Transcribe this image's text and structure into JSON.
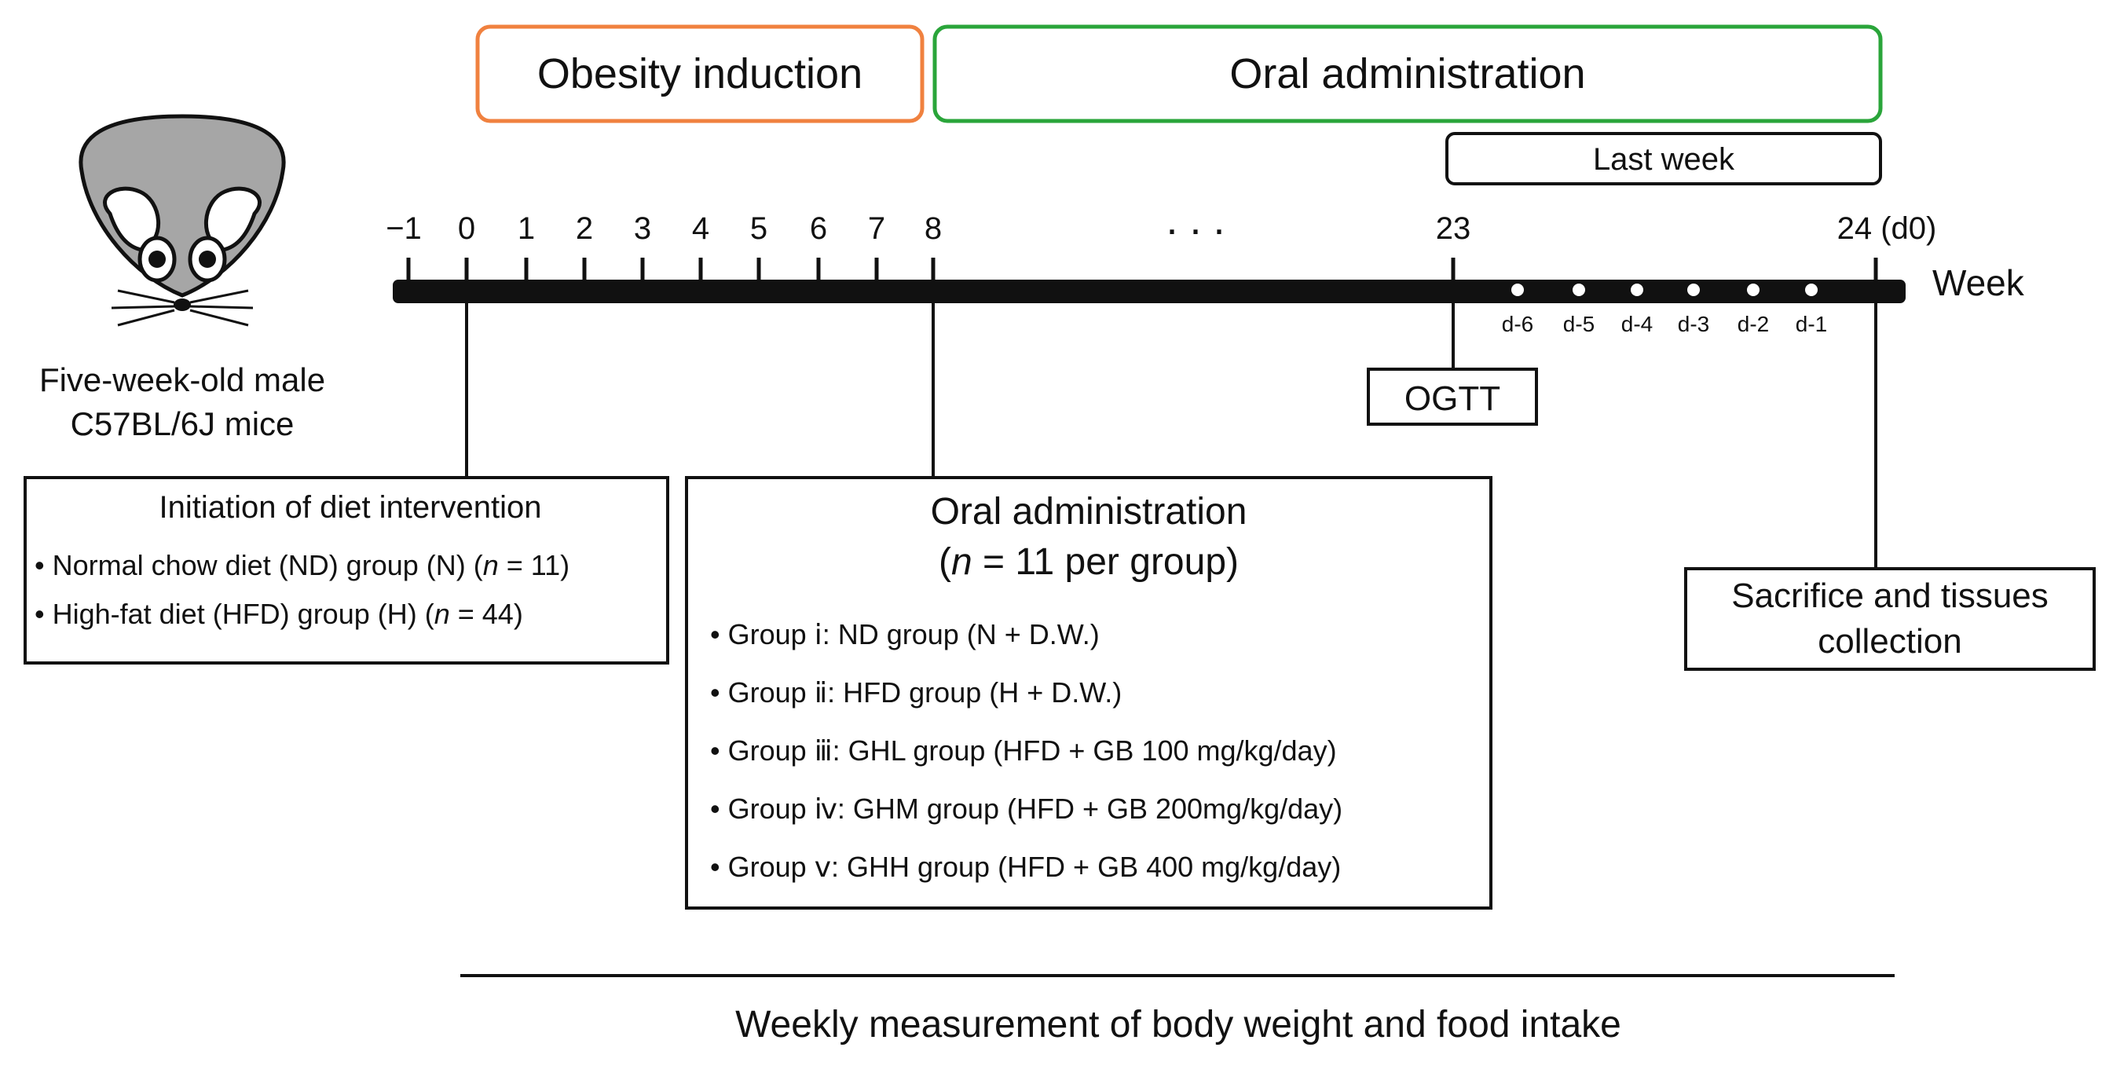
{
  "colors": {
    "obesity_border": "#f0813f",
    "oral_border": "#2aa53a",
    "line": "#111111",
    "mouse_fill": "#a6a6a6",
    "mouse_ear": "#ffffff"
  },
  "phases": {
    "obesity": "Obesity induction",
    "oral": "Oral administration",
    "last_week": "Last week"
  },
  "timeline": {
    "unit": "Week",
    "ticks": [
      "−1",
      "0",
      "1",
      "2",
      "3",
      "4",
      "5",
      "6",
      "7",
      "8",
      "23",
      "24 (d0)"
    ],
    "ellipsis": ". . .",
    "days": [
      "d-6",
      "d-5",
      "d-4",
      "d-3",
      "d-2",
      "d-1"
    ]
  },
  "mouse": {
    "icon": "mouse-icon",
    "caption_line1": "Five-week-old male",
    "caption_line2": "C57BL/6J mice"
  },
  "ogtt": "OGTT",
  "diet_box": {
    "title": "Initiation of diet intervention",
    "items": [
      {
        "main": "• Normal chow diet (ND) group (N) (",
        "n": "n",
        "rest": " = 11)"
      },
      {
        "main": "• High-fat diet (HFD) group (H) (",
        "n": "n",
        "rest": " = 44)"
      }
    ]
  },
  "oral_box": {
    "title": "Oral administration",
    "subtitle_open": "(",
    "subtitle_n": "n",
    "subtitle_rest": " = 11 per group)",
    "groups": [
      {
        "label": "• Group",
        "numeral": "ⅰ",
        "desc": ":  ND group (N + D.W.)"
      },
      {
        "label": "• Group",
        "numeral": "ⅱ",
        "desc": ": HFD group (H + D.W.)"
      },
      {
        "label": "• Group",
        "numeral": "ⅲ",
        "desc": ": GHL group (HFD + GB 100 mg/kg/day)"
      },
      {
        "label": "• Group",
        "numeral": "ⅳ",
        "desc": ": GHM group (HFD + GB 200mg/kg/day)"
      },
      {
        "label": "• Group",
        "numeral": "ⅴ",
        "desc": ": GHH group (HFD + GB 400 mg/kg/day)"
      }
    ]
  },
  "sacrifice_box": {
    "line1": "Sacrifice and tissues",
    "line2": "collection"
  },
  "weekly_note": "Weekly measurement of body weight and food intake"
}
